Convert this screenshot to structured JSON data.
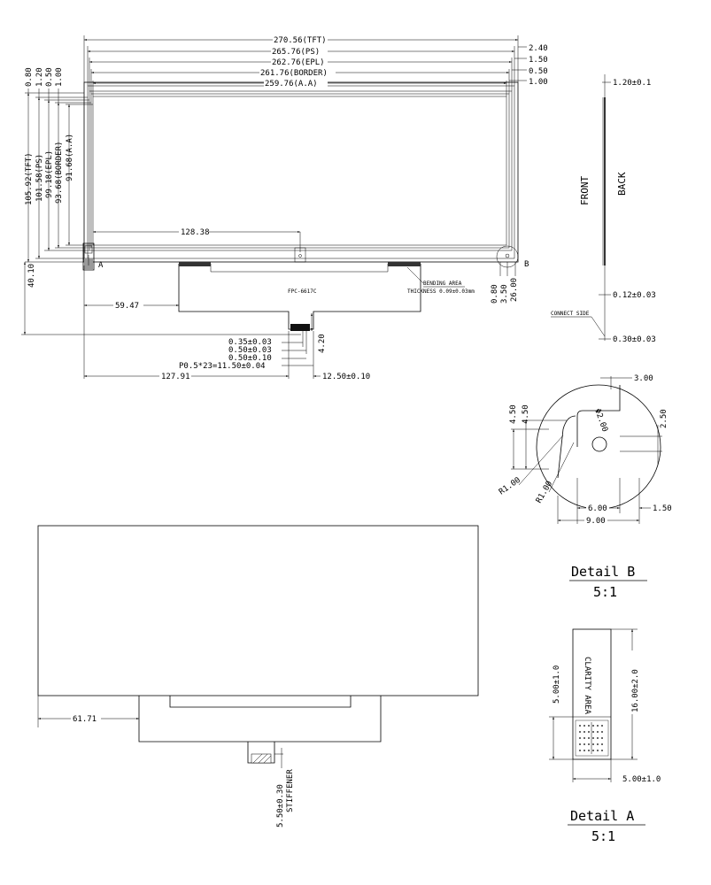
{
  "top_view": {
    "widths": [
      "270.56(TFT)",
      "265.76(PS)",
      "262.76(EPL)",
      "261.76(BORDER)",
      "259.76(A.A)"
    ],
    "right_offsets": [
      "2.40",
      "1.50",
      "0.50",
      "1.00"
    ],
    "left_offsets": [
      "0.80",
      "1.20",
      "0.50",
      "1.00"
    ],
    "heights": [
      "105.92(TFT)",
      "101.58(PS)",
      "99.18(EPL)",
      "93.68(BORDER)",
      "91.68(A.A)"
    ],
    "dim_128": "128.38",
    "label_a": "A",
    "label_b": "B",
    "bending_area": "BENDING AREA",
    "thickness": "THICKNESS 0.09±0.03mm",
    "fpc_name": "FPC-6617C",
    "dim_080": "0.80",
    "dim_350": "3.50",
    "dim_2600": "26.00",
    "dim_4010": "40.10",
    "dim_5947": "59.47",
    "pin_dims": [
      "0.35±0.03",
      "0.50±0.03",
      "0.50±0.10",
      "P0.5*23=11.50±0.04"
    ],
    "dim_420": "4.20",
    "dim_12791": "127.91",
    "dim_1250": "12.50±0.10"
  },
  "side_view": {
    "thickness_top": "1.20±0.1",
    "front": "FRONT",
    "back": "BACK",
    "dim_012": "0.12±0.03",
    "connect_side": "CONNECT SIDE",
    "dim_030": "0.30±0.03"
  },
  "detail_b": {
    "dim_300": "3.00",
    "dim_450a": "4.50",
    "dim_450b": "4.50",
    "phi": "Φ2.00",
    "dim_250": "2.50",
    "r1": "R1.00",
    "r2": "R1.00",
    "dim_600": "6.00",
    "dim_150": "1.50",
    "dim_900": "9.00",
    "title": "Detail B",
    "scale": "5:1"
  },
  "back_view": {
    "dim_6171": "61.71",
    "stiffener_dim": "5.50±0.30",
    "stiffener": "STIFFENER"
  },
  "detail_a": {
    "clarity": "CLARITY AREA",
    "dim_500v": "5.00±1.0",
    "dim_1600": "16.00±2.0",
    "dim_500h": "5.00±1.0",
    "title": "Detail A",
    "scale": "5:1"
  }
}
